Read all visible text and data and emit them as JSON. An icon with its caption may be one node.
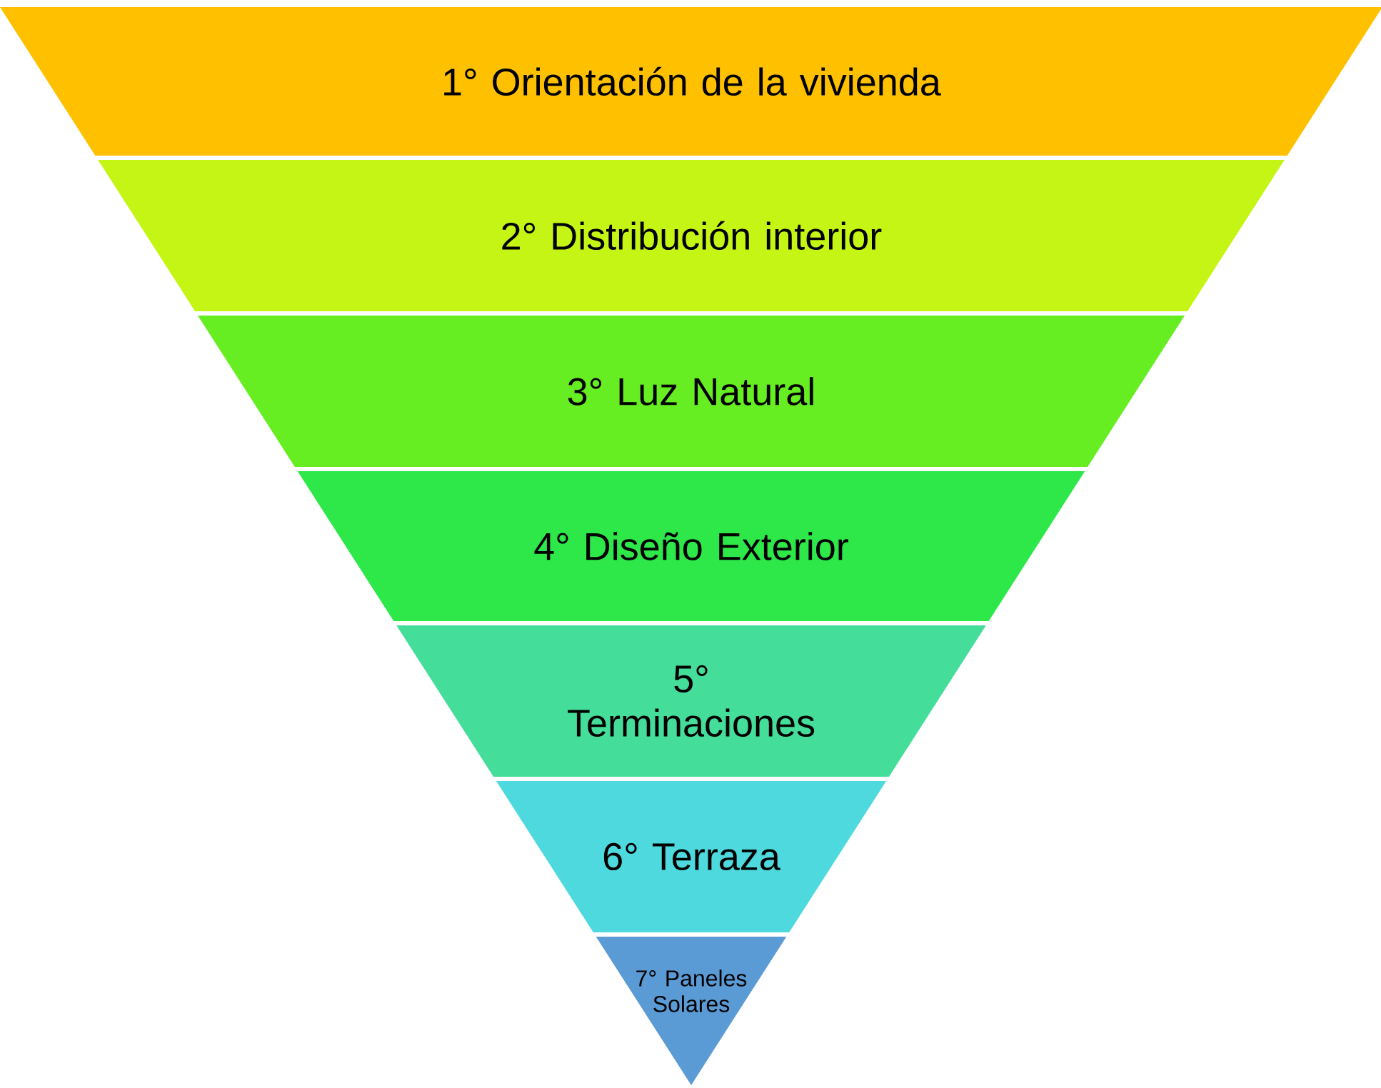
{
  "diagram": {
    "nodes": [
      {
        "text": [
          "1° Orientación de la vivienda"
        ]
      },
      {
        "text": [
          "2° Distribución interior"
        ]
      },
      {
        "text": [
          "3° Luz Natural"
        ]
      },
      {
        "text": [
          "4° Diseño Exterior"
        ]
      },
      {
        "text": [
          "5° Terminaciones"
        ]
      },
      {
        "text": [
          "6° Terraza"
        ]
      },
      {
        "text": [
          "7° Paneles Solares"
        ]
      }
    ]
  }
}
